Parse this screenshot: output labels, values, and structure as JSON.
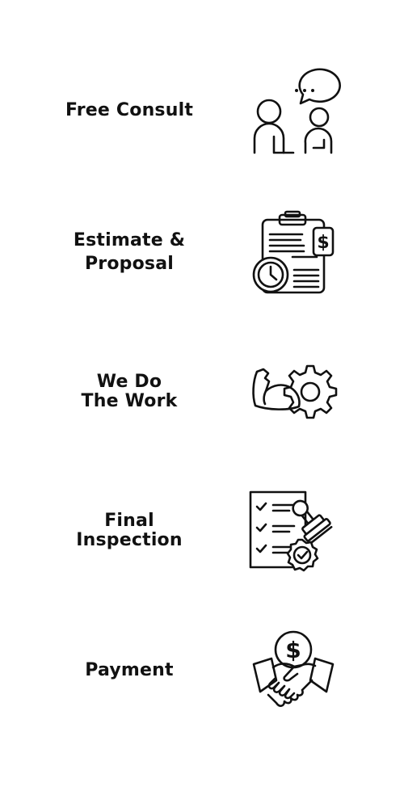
{
  "steps": [
    {
      "id": "free-consult",
      "lines": [
        "Free Consult"
      ],
      "icon": "consultation-icon"
    },
    {
      "id": "estimate-proposal",
      "lines": [
        "Estimate &",
        "Proposal"
      ],
      "icon": "clipboard-estimate-icon"
    },
    {
      "id": "we-do-the-work",
      "lines": [
        "We Do",
        "The Work"
      ],
      "icon": "arm-gear-icon"
    },
    {
      "id": "final-inspection",
      "lines": [
        "Final",
        "Inspection"
      ],
      "icon": "checklist-stamp-icon"
    },
    {
      "id": "payment",
      "lines": [
        "Payment"
      ],
      "icon": "handshake-dollar-icon"
    }
  ],
  "colors": {
    "ink": "#111111",
    "background": "#ffffff"
  },
  "icon_glyphs": {
    "dollar": "$"
  }
}
